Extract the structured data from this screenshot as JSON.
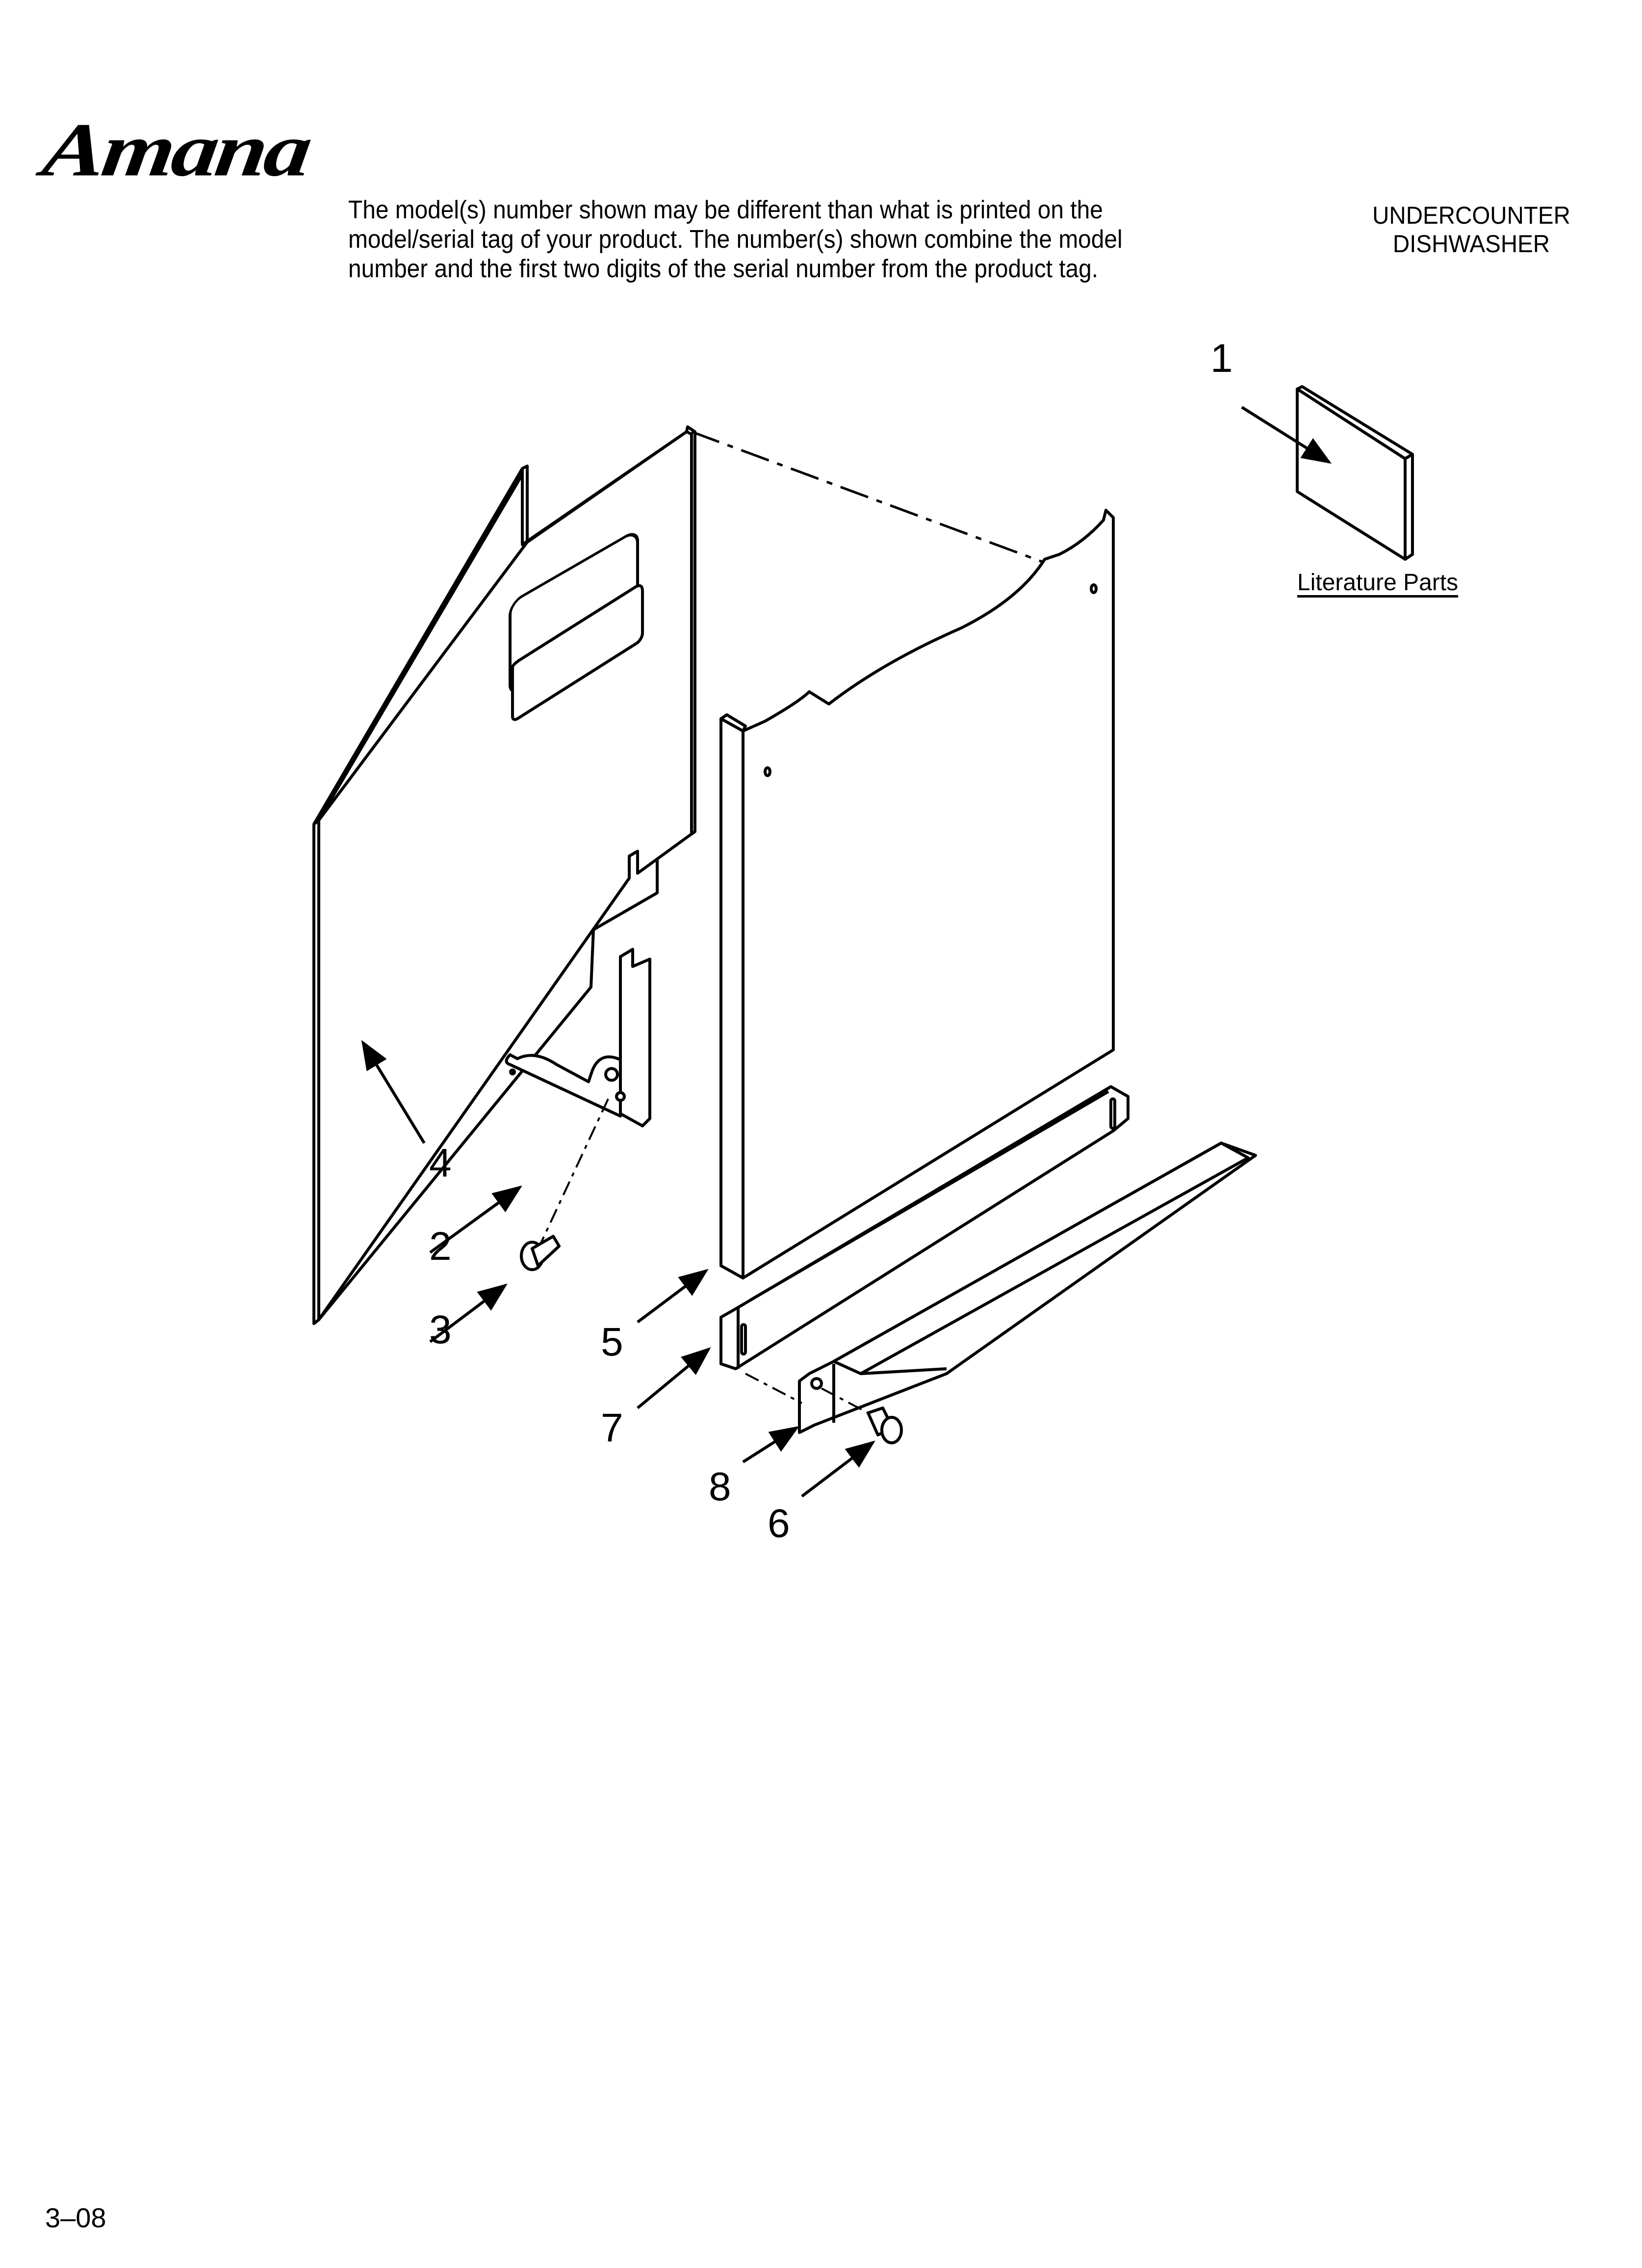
{
  "header": {
    "brand": "Amana",
    "description_lines": [
      "The model(s) number shown may be different than what is printed on the",
      "model/serial tag of your product. The number(s) shown combine the model",
      "number and the first two digits of the serial number from the product tag."
    ],
    "product_type_lines": [
      "UNDERCOUNTER",
      "DISHWASHER"
    ]
  },
  "diagram": {
    "title": "Exploded parts diagram",
    "literature_label": "Literature Parts",
    "callouts": [
      {
        "number": "1",
        "part": "literature-booklet"
      },
      {
        "number": "2",
        "part": "hinge-bracket"
      },
      {
        "number": "3",
        "part": "bracket-screw"
      },
      {
        "number": "4",
        "part": "insulation-panel"
      },
      {
        "number": "5",
        "part": "side-panel"
      },
      {
        "number": "6",
        "part": "toe-plate-screw"
      },
      {
        "number": "7",
        "part": "kick-plate"
      },
      {
        "number": "8",
        "part": "toe-plate-bracket"
      }
    ]
  },
  "footer": {
    "page_code": "3–08"
  }
}
